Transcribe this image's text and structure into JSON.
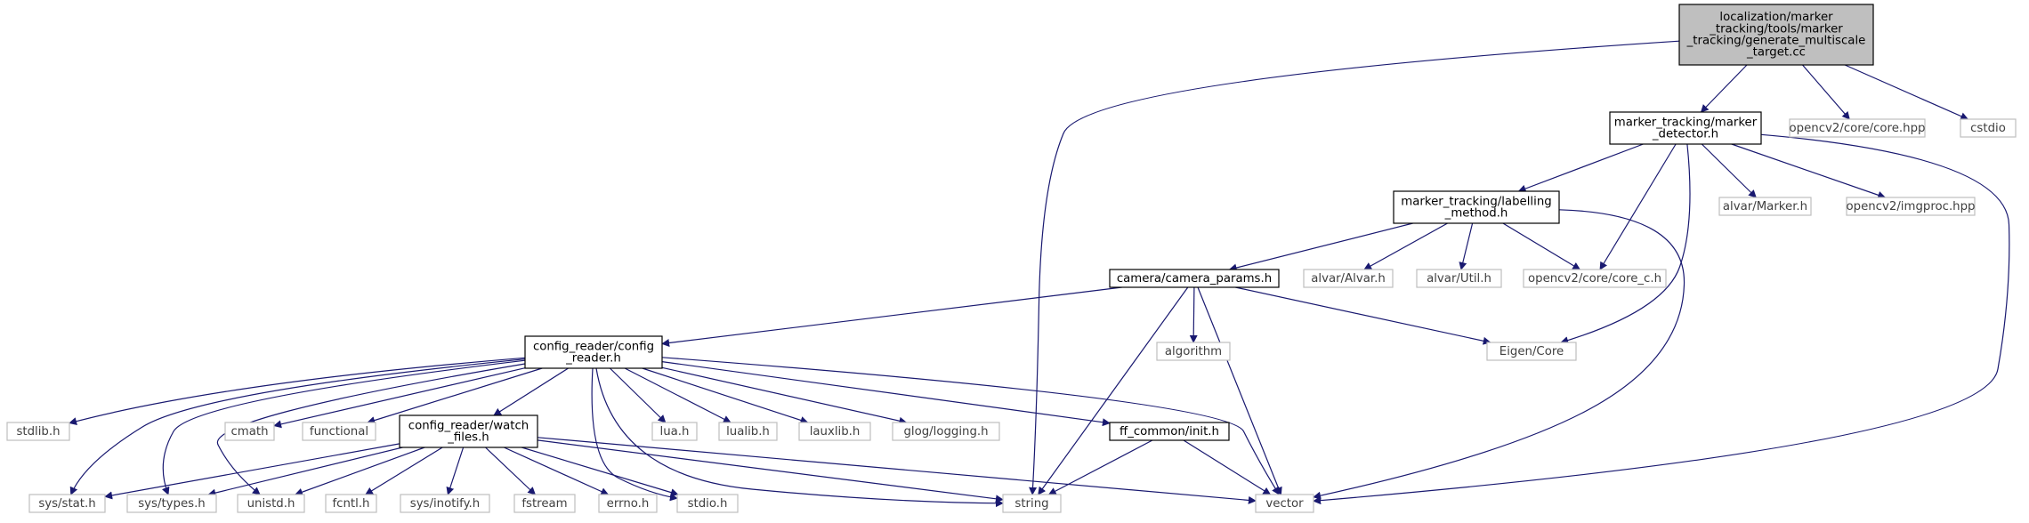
{
  "colors": {
    "edge": "#191970",
    "internal_border": "#000000",
    "external_border": "#bfbfbf",
    "root_fill": "#bfbfbf"
  },
  "nodes": [
    {
      "id": "root",
      "kind": "root",
      "lines": [
        "localization/marker",
        "_tracking/tools/marker",
        "_tracking/generate_multiscale",
        "_target.cc"
      ]
    },
    {
      "id": "marker_detector",
      "kind": "internal",
      "lines": [
        "marker_tracking/marker",
        "_detector.h"
      ]
    },
    {
      "id": "opencv_core_hpp",
      "kind": "external",
      "lines": [
        "opencv2/core/core.hpp"
      ]
    },
    {
      "id": "cstdio",
      "kind": "external",
      "lines": [
        "cstdio"
      ]
    },
    {
      "id": "labelling_method",
      "kind": "internal",
      "lines": [
        "marker_tracking/labelling",
        "_method.h"
      ]
    },
    {
      "id": "alvar_marker",
      "kind": "external",
      "lines": [
        "alvar/Marker.h"
      ]
    },
    {
      "id": "opencv_imgproc",
      "kind": "external",
      "lines": [
        "opencv2/imgproc.hpp"
      ]
    },
    {
      "id": "camera_params",
      "kind": "internal",
      "lines": [
        "camera/camera_params.h"
      ]
    },
    {
      "id": "alvar_alvar",
      "kind": "external",
      "lines": [
        "alvar/Alvar.h"
      ]
    },
    {
      "id": "alvar_util",
      "kind": "external",
      "lines": [
        "alvar/Util.h"
      ]
    },
    {
      "id": "opencv_core_c",
      "kind": "external",
      "lines": [
        "opencv2/core/core_c.h"
      ]
    },
    {
      "id": "config_reader",
      "kind": "internal",
      "lines": [
        "config_reader/config",
        "_reader.h"
      ]
    },
    {
      "id": "algorithm",
      "kind": "external",
      "lines": [
        "algorithm"
      ]
    },
    {
      "id": "eigen_core",
      "kind": "external",
      "lines": [
        "Eigen/Core"
      ]
    },
    {
      "id": "stdlib",
      "kind": "external",
      "lines": [
        "stdlib.h"
      ]
    },
    {
      "id": "cmath",
      "kind": "external",
      "lines": [
        "cmath"
      ]
    },
    {
      "id": "functional",
      "kind": "external",
      "lines": [
        "functional"
      ]
    },
    {
      "id": "watch_files",
      "kind": "internal",
      "lines": [
        "config_reader/watch",
        "_files.h"
      ]
    },
    {
      "id": "lua",
      "kind": "external",
      "lines": [
        "lua.h"
      ]
    },
    {
      "id": "lualib",
      "kind": "external",
      "lines": [
        "lualib.h"
      ]
    },
    {
      "id": "lauxlib",
      "kind": "external",
      "lines": [
        "lauxlib.h"
      ]
    },
    {
      "id": "glog",
      "kind": "external",
      "lines": [
        "glog/logging.h"
      ]
    },
    {
      "id": "ff_init",
      "kind": "internal",
      "lines": [
        "ff_common/init.h"
      ]
    },
    {
      "id": "sys_stat",
      "kind": "external",
      "lines": [
        "sys/stat.h"
      ]
    },
    {
      "id": "sys_types",
      "kind": "external",
      "lines": [
        "sys/types.h"
      ]
    },
    {
      "id": "unistd",
      "kind": "external",
      "lines": [
        "unistd.h"
      ]
    },
    {
      "id": "fcntl",
      "kind": "external",
      "lines": [
        "fcntl.h"
      ]
    },
    {
      "id": "sys_inotify",
      "kind": "external",
      "lines": [
        "sys/inotify.h"
      ]
    },
    {
      "id": "fstream",
      "kind": "external",
      "lines": [
        "fstream"
      ]
    },
    {
      "id": "errno",
      "kind": "external",
      "lines": [
        "errno.h"
      ]
    },
    {
      "id": "stdio",
      "kind": "external",
      "lines": [
        "stdio.h"
      ]
    },
    {
      "id": "string",
      "kind": "external",
      "lines": [
        "string"
      ]
    },
    {
      "id": "vector",
      "kind": "external",
      "lines": [
        "vector"
      ]
    }
  ],
  "edges": [
    [
      "root",
      "marker_detector"
    ],
    [
      "root",
      "opencv_core_hpp"
    ],
    [
      "root",
      "cstdio"
    ],
    [
      "root",
      "string"
    ],
    [
      "marker_detector",
      "labelling_method"
    ],
    [
      "marker_detector",
      "alvar_marker"
    ],
    [
      "marker_detector",
      "opencv_imgproc"
    ],
    [
      "marker_detector",
      "opencv_core_c"
    ],
    [
      "marker_detector",
      "eigen_core"
    ],
    [
      "marker_detector",
      "vector"
    ],
    [
      "labelling_method",
      "camera_params"
    ],
    [
      "labelling_method",
      "alvar_alvar"
    ],
    [
      "labelling_method",
      "alvar_util"
    ],
    [
      "labelling_method",
      "opencv_core_c"
    ],
    [
      "labelling_method",
      "vector"
    ],
    [
      "camera_params",
      "config_reader"
    ],
    [
      "camera_params",
      "algorithm"
    ],
    [
      "camera_params",
      "eigen_core"
    ],
    [
      "camera_params",
      "string"
    ],
    [
      "camera_params",
      "vector"
    ],
    [
      "config_reader",
      "stdlib"
    ],
    [
      "config_reader",
      "cmath"
    ],
    [
      "config_reader",
      "functional"
    ],
    [
      "config_reader",
      "watch_files"
    ],
    [
      "config_reader",
      "lua"
    ],
    [
      "config_reader",
      "lualib"
    ],
    [
      "config_reader",
      "lauxlib"
    ],
    [
      "config_reader",
      "glog"
    ],
    [
      "config_reader",
      "ff_init"
    ],
    [
      "config_reader",
      "sys_stat"
    ],
    [
      "config_reader",
      "sys_types"
    ],
    [
      "config_reader",
      "unistd"
    ],
    [
      "config_reader",
      "stdio"
    ],
    [
      "config_reader",
      "string"
    ],
    [
      "config_reader",
      "vector"
    ],
    [
      "watch_files",
      "sys_stat"
    ],
    [
      "watch_files",
      "sys_types"
    ],
    [
      "watch_files",
      "unistd"
    ],
    [
      "watch_files",
      "fcntl"
    ],
    [
      "watch_files",
      "sys_inotify"
    ],
    [
      "watch_files",
      "fstream"
    ],
    [
      "watch_files",
      "errno"
    ],
    [
      "watch_files",
      "stdio"
    ],
    [
      "watch_files",
      "string"
    ],
    [
      "watch_files",
      "vector"
    ],
    [
      "ff_init",
      "string"
    ],
    [
      "ff_init",
      "vector"
    ]
  ]
}
